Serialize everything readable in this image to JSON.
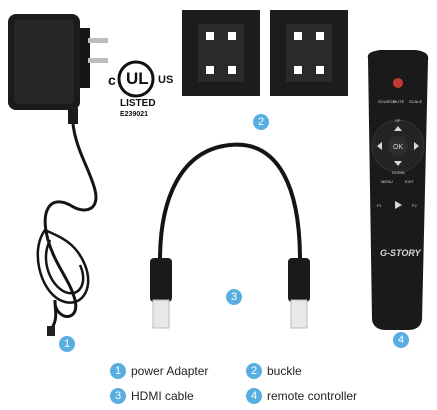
{
  "certification": {
    "c_mark": "c",
    "ul_mark": "UL",
    "us_mark": "US",
    "listed": "LISTED",
    "file_number": "E239021"
  },
  "remote": {
    "source": "SOURCE",
    "mute": "MUTE",
    "scale": "SCALE",
    "up": "UP",
    "down": "DOWN",
    "ok": "OK",
    "menu": "MENU",
    "exit": "EXIT",
    "f1": "F1",
    "f2": "F2",
    "brand": "G-STORY"
  },
  "legend": [
    {
      "number": "1",
      "label": "power Adapter"
    },
    {
      "number": "2",
      "label": "buckle"
    },
    {
      "number": "3",
      "label": "HDMI cable"
    },
    {
      "number": "4",
      "label": "remote controller"
    }
  ],
  "colors": {
    "badge": "#58aee0",
    "product": "#1a1a1a"
  }
}
